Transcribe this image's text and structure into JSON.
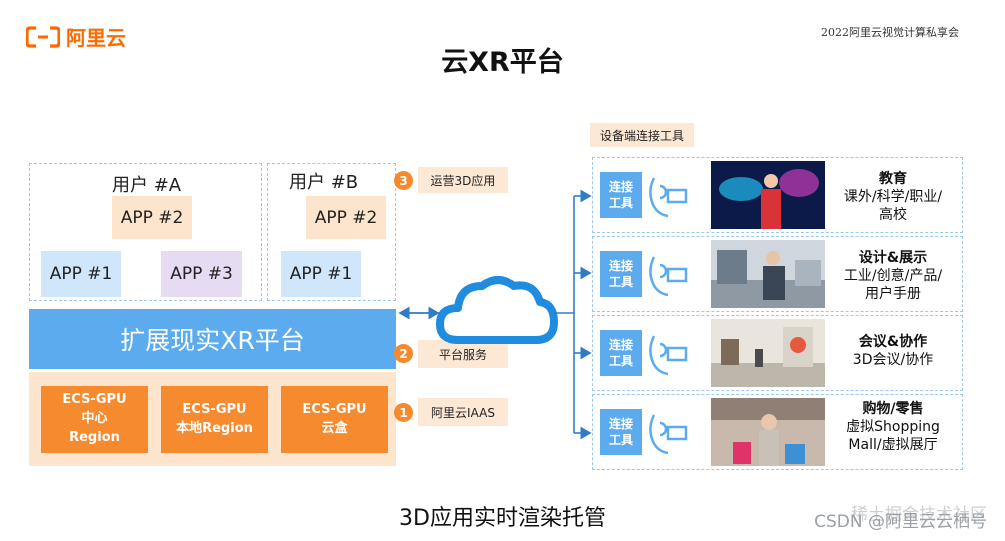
{
  "logo": {
    "text": "阿里云"
  },
  "event_title": "2022阿里云视觉计算私享会",
  "slide_title": "云XR平台",
  "users": [
    {
      "title": "用户 #A",
      "apps": [
        "APP #2",
        "APP #1",
        "APP #3"
      ]
    },
    {
      "title": "用户 #B",
      "apps": [
        "APP #2",
        "APP #1"
      ]
    }
  ],
  "xr_platform": "扩展现实XR平台",
  "ecs": [
    {
      "line1": "ECS-GPU",
      "line2": "中心",
      "line3": "Region"
    },
    {
      "line1": "ECS-GPU",
      "line2": "本地Region",
      "line3": ""
    },
    {
      "line1": "ECS-GPU",
      "line2": "云盒",
      "line3": ""
    }
  ],
  "steps": [
    {
      "num": "3",
      "label": "运营3D应用"
    },
    {
      "num": "2",
      "label": "平台服务"
    },
    {
      "num": "1",
      "label": "阿里云IAAS"
    }
  ],
  "tools_label": "设备端连接工具",
  "connect_label_1": "连接",
  "connect_label_2": "工具",
  "scenarios": [
    {
      "title": "教育",
      "line1": "课外/科学/职业/",
      "line2": "高校"
    },
    {
      "title": "设计&展示",
      "line1": "工业/创意/产品/",
      "line2": "用户手册"
    },
    {
      "title": "会议&协作",
      "line1": "3D会议/协作",
      "line2": ""
    },
    {
      "title": "购物/零售",
      "line1": "虚拟Shopping",
      "line2": "Mall/虚拟展厅"
    }
  ],
  "bottom_caption": "3D应用实时渲染托管",
  "watermark": "CSDN @阿里云云栖号",
  "watermark_top": "稀土掘金技术社区",
  "colors": {
    "brand": "#ff6a00",
    "blue": "#5cabee",
    "orange": "#f68a2e",
    "peach": "#fde4cc"
  }
}
